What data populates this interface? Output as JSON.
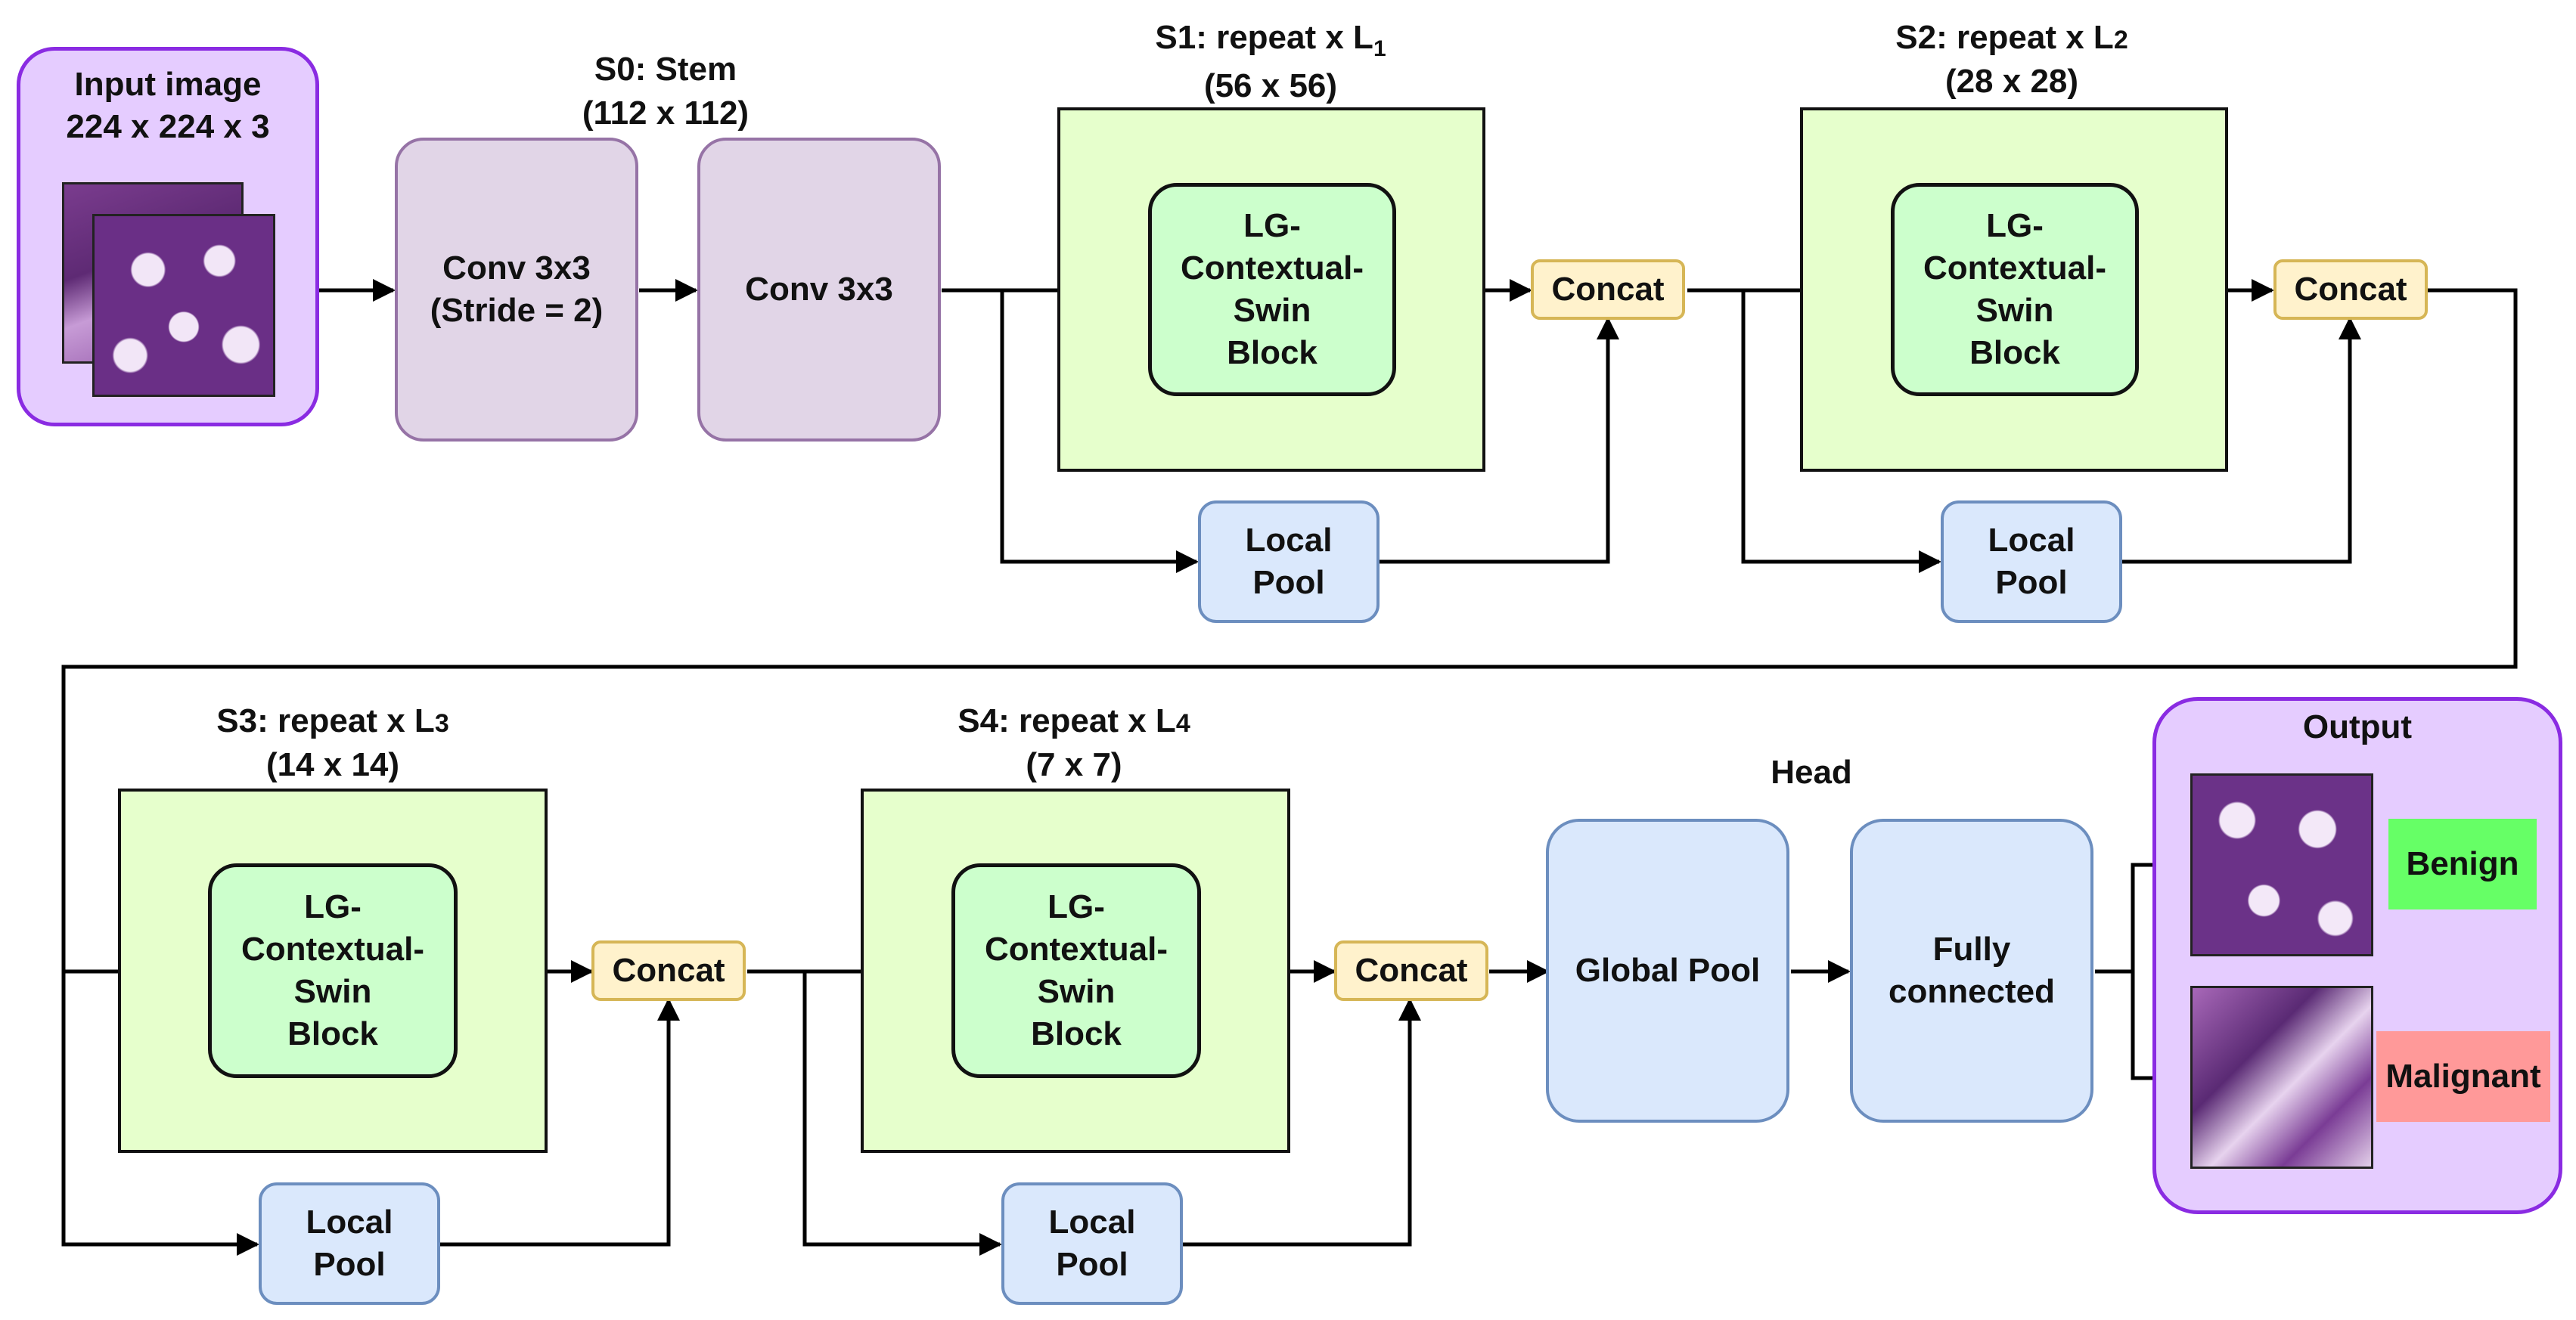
{
  "input": {
    "title": "Input image",
    "size": "224 x 224 x 3"
  },
  "stem": {
    "title": "S0: Stem",
    "res": "(112 x 112)",
    "conv1": "Conv 3x3\n(Stride = 2)",
    "conv2": "Conv 3x3"
  },
  "stages": [
    {
      "title_main": "S1: repeat x L",
      "title_sub": "1",
      "res": "(56 x 56)",
      "block": "LG-\nContextual-\nSwin\nBlock",
      "pool": "Local\nPool",
      "concat": "Concat"
    },
    {
      "title_main": "S2: repeat x L",
      "title_sub": "2",
      "res": "(28 x 28)",
      "block": "LG-\nContextual-\nSwin\nBlock",
      "pool": "Local\nPool",
      "concat": "Concat"
    },
    {
      "title_main": "S3: repeat x L",
      "title_sub": "3",
      "res": "(14 x 14)",
      "block": "LG-\nContextual-\nSwin\nBlock",
      "pool": "Local\nPool",
      "concat": "Concat"
    },
    {
      "title_main": "S4: repeat x L",
      "title_sub": "4",
      "res": "(7 x 7)",
      "block": "LG-\nContextual-\nSwin\nBlock",
      "pool": "Local\nPool",
      "concat": "Concat"
    }
  ],
  "head": {
    "title": "Head",
    "global_pool": "Global Pool",
    "fc": "Fully\nconnected"
  },
  "output": {
    "title": "Output",
    "benign": "Benign",
    "malignant": "Malignant"
  },
  "colors": {
    "panel_purple": "#e5ccff",
    "panel_border": "#8a2be2",
    "conv_fill": "#e1d5e7",
    "stage_fill": "#e6ffcc",
    "block_fill": "#ccffcc",
    "concat_fill": "#fff2cc",
    "pool_fill": "#dae8fc",
    "benign": "#66ff66",
    "malignant": "#ff9999"
  }
}
